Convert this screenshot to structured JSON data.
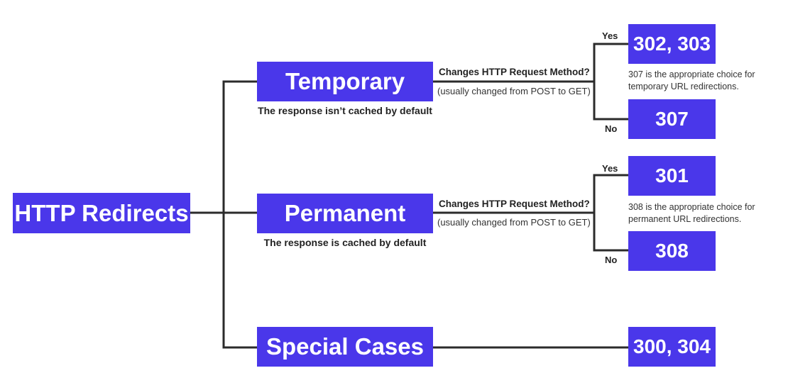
{
  "root": {
    "label": "HTTP Redirects"
  },
  "branches": {
    "temporary": {
      "label": "Temporary",
      "cache_note": "The response isn’t cached by default",
      "question": "Changes HTTP Request Method?",
      "hint": "(usually changed from POST to GET)",
      "yes_label": "Yes",
      "no_label": "No",
      "yes_code": "302, 303",
      "no_code": "307",
      "advice": "307 is the appropriate choice for temporary URL redirections."
    },
    "permanent": {
      "label": "Permanent",
      "cache_note": "The response is cached by default",
      "question": "Changes HTTP Request Method?",
      "hint": "(usually changed from POST to GET)",
      "yes_label": "Yes",
      "no_label": "No",
      "yes_code": "301",
      "no_code": "308",
      "advice": "308 is the appropriate choice for permanent URL redirections."
    },
    "special": {
      "label": "Special Cases",
      "code": "300, 304"
    }
  },
  "colors": {
    "box_fill": "#4a37ea",
    "box_text": "#ffffff",
    "connector": "#2b2b2b"
  }
}
